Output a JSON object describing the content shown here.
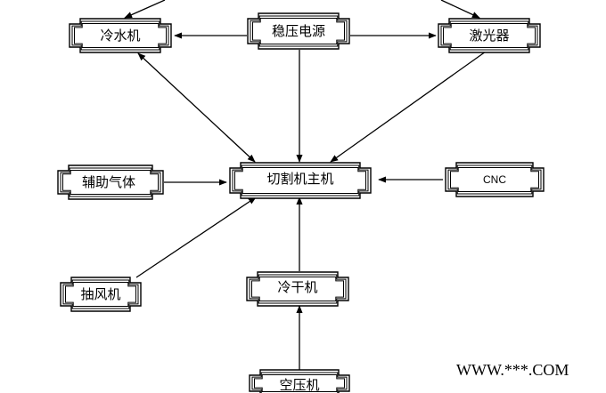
{
  "nodes": {
    "chiller": "冷水机",
    "stabilizer": "稳压电源",
    "laser": "激光器",
    "assist_gas": "辅助气体",
    "main": "切割机主机",
    "cnc": "CNC",
    "exhaust_fan": "抽风机",
    "dryer": "冷干机",
    "compressor": "空压机"
  },
  "watermark": "WWW.***.COM"
}
